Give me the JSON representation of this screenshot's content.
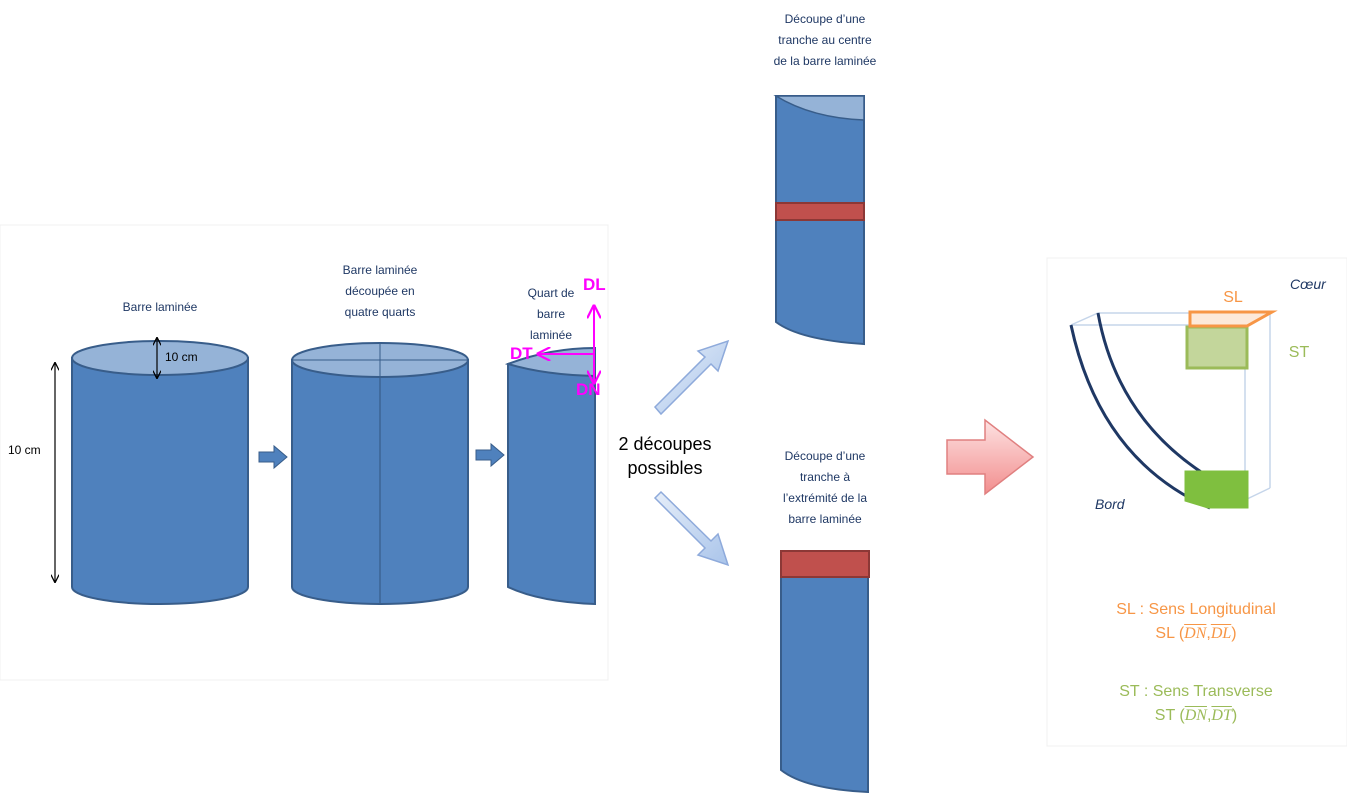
{
  "stage1": {
    "title": "Barre laminée",
    "dim_top": "10 cm",
    "dim_height": "10 cm"
  },
  "stage2": {
    "title": [
      "Barre laminée",
      "découpée en",
      "quatre quarts"
    ]
  },
  "stage3": {
    "title": [
      "Quart de",
      "barre",
      "laminée"
    ],
    "axis_dl": "DL",
    "axis_dt": "DT",
    "axis_dn": "DN"
  },
  "branch": {
    "label": [
      "2 découpes",
      "possibles"
    ]
  },
  "cut_center": {
    "title": [
      "Découpe d’une",
      "tranche au centre",
      "de la barre laminée"
    ]
  },
  "cut_end": {
    "title": [
      "Découpe d’une",
      "tranche à",
      "l’extrémité de la",
      "barre laminée"
    ]
  },
  "specimen": {
    "core_label": "Cœur",
    "edge_label": "Bord",
    "sl_tag": "SL",
    "st_tag": "ST"
  },
  "legend": {
    "sl_title": "SL : Sens Longitudinal",
    "sl_prefix": "SL (",
    "st_title": "ST : Sens Transverse",
    "st_prefix": "ST (",
    "vec_dn": "DN",
    "vec_dl": "DL",
    "vec_dt": "DT"
  },
  "colors": {
    "cylinder": "#4f81bd",
    "cylinder_top": "#95b3d7",
    "outline": "#385d8a",
    "slice": "#c0504d",
    "magenta": "#ff00ff",
    "orange": "#f79646",
    "green": "#9bbb59",
    "text_blue": "#1f3864"
  }
}
